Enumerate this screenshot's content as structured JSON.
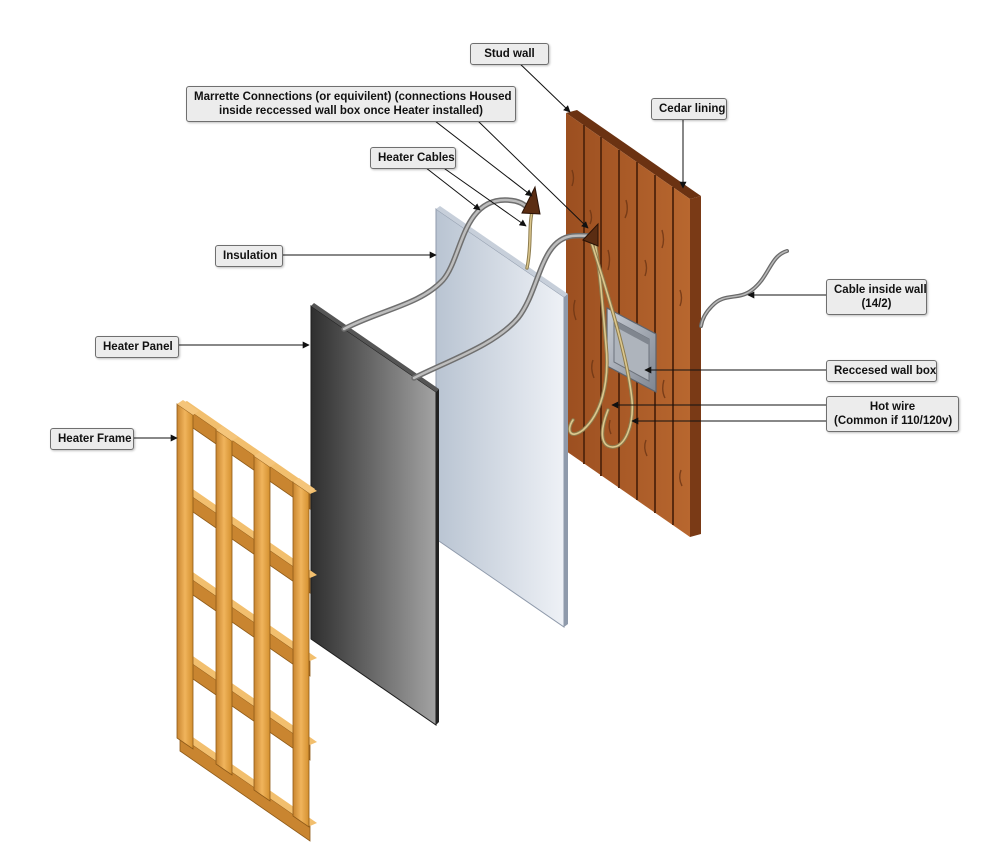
{
  "labels": {
    "stud_wall": "Stud wall",
    "marrette": {
      "line1": "Marrette Connections (or equivilent) (connections Housed",
      "line2": "inside reccessed wall box once Heater installed)"
    },
    "cedar_lining": "Cedar lining",
    "heater_cables": "Heater Cables",
    "insulation": "Insulation",
    "cable_inside_wall": {
      "line1": "Cable inside wall",
      "line2": "(14/2)"
    },
    "heater_panel": "Heater Panel",
    "recessed_wall_box": "Reccesed wall box",
    "hot_wire": {
      "line1": "Hot wire",
      "line2": "(Common if 110/120v)"
    },
    "heater_frame": "Heater Frame"
  },
  "colors": {
    "cedar": "#a85a28",
    "cedar_dark": "#6b3212",
    "frame_wood": "#e3a24a",
    "frame_wood_dark": "#b8741f",
    "panel_dark": "#3a3a3a",
    "panel_light": "#9a9a9a",
    "insulation": "#dfe5ee",
    "cable_grey": "#8e8e8e",
    "hot_wire": "#c8b27a",
    "label_bg": "#ececec"
  }
}
